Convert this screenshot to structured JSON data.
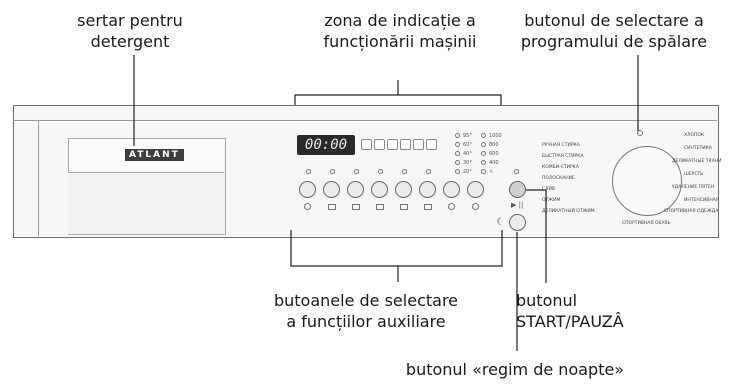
{
  "callouts": {
    "detergent": [
      "sertar pentru",
      "detergent"
    ],
    "indicator_zone": [
      "zona de indicație a",
      "funcționării mașinii"
    ],
    "program_selector": [
      "butonul de selectare a",
      "programului de spălare"
    ],
    "aux_buttons": [
      "butoanele de selectare",
      "a funcțiilor auxiliare"
    ],
    "start_pause": [
      "butonul",
      "START/PAUZÂ"
    ],
    "night_mode": "butonul «regim de noapte»"
  },
  "panel": {
    "brand": "ATLANT",
    "display": "00:00",
    "temperature_labels": [
      "95°",
      "60°",
      "40°",
      "30°",
      "20°"
    ],
    "spin_labels": [
      "1000",
      "800",
      "600",
      "400",
      "☼"
    ],
    "start_symbol": "▶ ||",
    "programs_left": [
      "РУЧНАЯ СТИРКА",
      "БЫСТРАЯ СТИРКА",
      "КОМБИ-СТИРКА",
      "ПОЛОСКАНИЕ",
      "СЛИВ",
      "ОТЖИМ",
      "ДЕЛИКАТНЫЙ ОТЖИМ"
    ],
    "programs_right": [
      "ХЛОПОК",
      "СИНТЕТИКА",
      "ДЕЛИКАТНЫЕ ТКАНИ",
      "ШЕРСТЬ",
      "УДАЛЕНИЕ ПЯТЕН",
      "ИНТЕНСИВНАЯ",
      "СПОРТИВНАЯ ОДЕЖДА"
    ],
    "program_bottom": "СПОРТИВНАЯ ОБУВЬ"
  }
}
